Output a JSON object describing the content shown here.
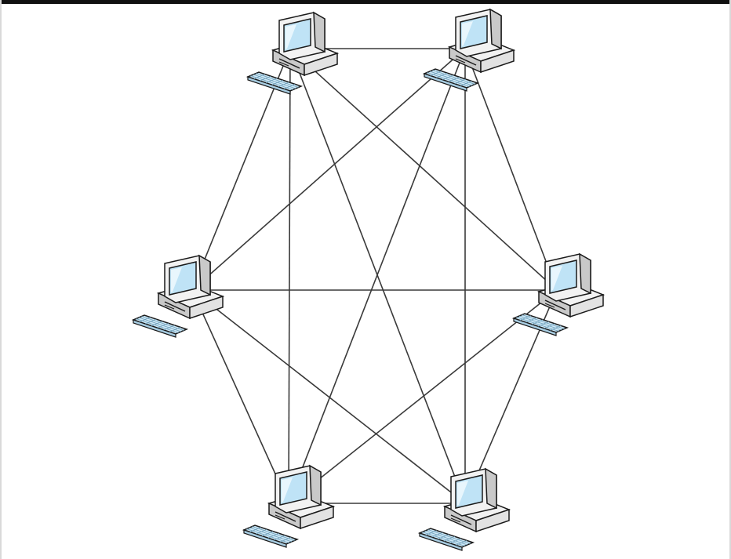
{
  "diagram": {
    "topology": "full-mesh",
    "node_icon": "desktop-computer-icon",
    "nodes": [
      {
        "id": "top-left"
      },
      {
        "id": "top-right"
      },
      {
        "id": "middle-left"
      },
      {
        "id": "middle-right"
      },
      {
        "id": "bottom-left"
      },
      {
        "id": "bottom-right"
      }
    ],
    "links": [
      [
        "top-left",
        "top-right"
      ],
      [
        "top-left",
        "middle-left"
      ],
      [
        "top-left",
        "middle-right"
      ],
      [
        "top-left",
        "bottom-left"
      ],
      [
        "top-left",
        "bottom-right"
      ],
      [
        "top-right",
        "middle-left"
      ],
      [
        "top-right",
        "middle-right"
      ],
      [
        "top-right",
        "bottom-left"
      ],
      [
        "top-right",
        "bottom-right"
      ],
      [
        "middle-left",
        "middle-right"
      ],
      [
        "middle-left",
        "bottom-left"
      ],
      [
        "middle-left",
        "bottom-right"
      ],
      [
        "middle-right",
        "bottom-left"
      ],
      [
        "middle-right",
        "bottom-right"
      ],
      [
        "bottom-left",
        "bottom-right"
      ]
    ],
    "colors": {
      "line": "#3a3a3a",
      "case": "#f2f2f2",
      "case_shade": "#c9c9c9",
      "outline": "#1a1a1a",
      "screen": "#bfe3f6",
      "screen_glare": "#e8f6fd",
      "keyboard": "#cfe9f7"
    }
  }
}
